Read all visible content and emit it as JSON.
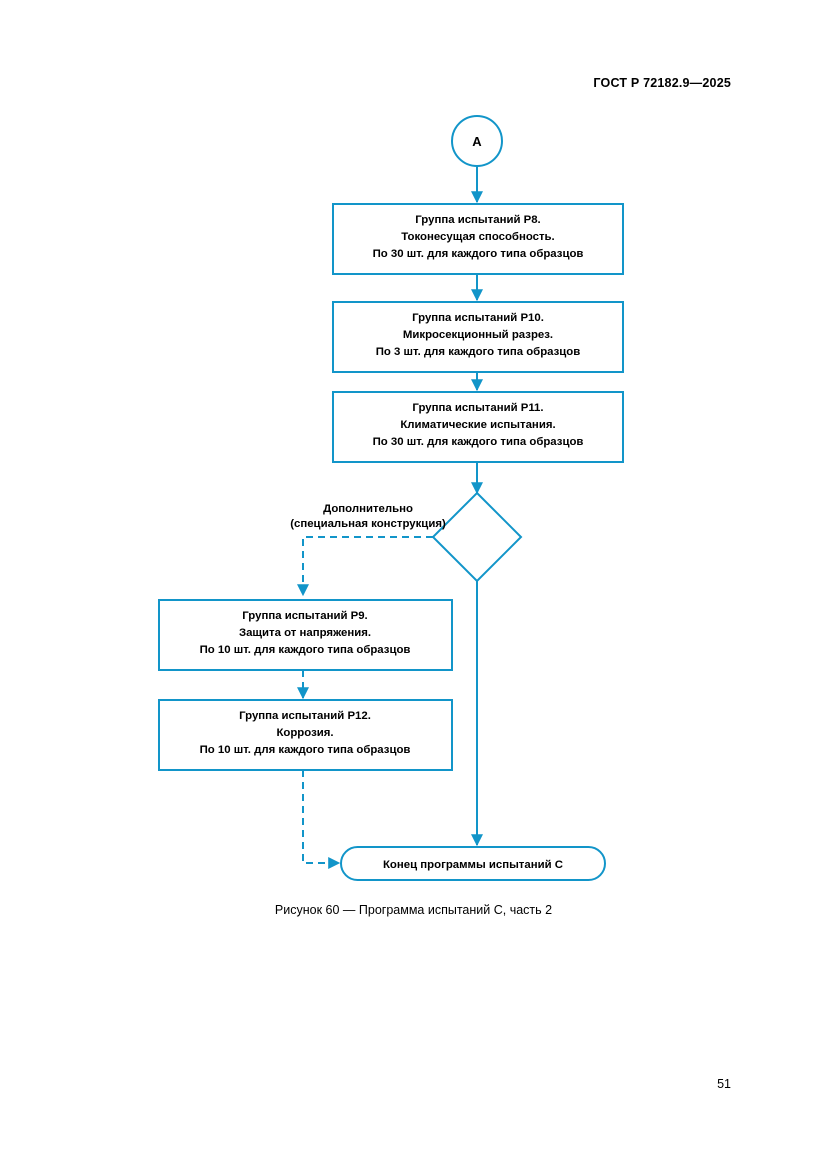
{
  "document": {
    "header": "ГОСТ Р 72182.9—2025",
    "page_number": "51",
    "caption": "Рисунок 60 — Программа испытаний С, часть 2"
  },
  "colors": {
    "stroke": "#1295c9",
    "text": "#000000",
    "background": "#ffffff"
  },
  "flowchart": {
    "type": "flowchart",
    "connector_in": {
      "shape": "circle",
      "label": "A"
    },
    "branch_label": {
      "line1": "Дополнительно",
      "line2": "(специальная конструкция)"
    },
    "decision": {
      "shape": "diamond",
      "label": ""
    },
    "nodes": [
      {
        "id": "p8",
        "shape": "rect",
        "line1": "Группа испытаний Р8.",
        "line2": "Токонесущая способность.",
        "line3": "По 30 шт. для каждого типа образцов"
      },
      {
        "id": "p10",
        "shape": "rect",
        "line1": "Группа испытаний Р10.",
        "line2": "Микросекционный разрез.",
        "line3": "По 3 шт. для каждого типа образцов"
      },
      {
        "id": "p11",
        "shape": "rect",
        "line1": "Группа испытаний Р11.",
        "line2": "Климатические испытания.",
        "line3": "По 30 шт. для каждого типа образцов"
      },
      {
        "id": "p9",
        "shape": "rect",
        "line1": "Группа испытаний Р9.",
        "line2": "Защита от напряжения.",
        "line3": "По 10 шт. для каждого типа образцов"
      },
      {
        "id": "p12",
        "shape": "rect",
        "line1": "Группа испытаний Р12.",
        "line2": "Коррозия.",
        "line3": "По 10 шт. для каждого типа образцов"
      }
    ],
    "terminal": {
      "shape": "rounded",
      "label": "Конец программы испытаний С"
    }
  }
}
